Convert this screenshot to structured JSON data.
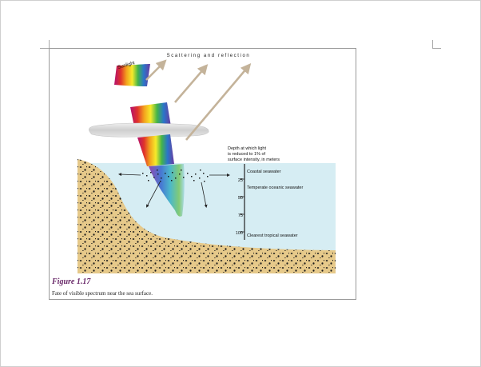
{
  "figure": {
    "title": "Scattering and reflection",
    "sunlight_label": "Sunlight",
    "depth_header": [
      "Depth at which light",
      "is reduced to 1% of",
      "surface intensity, in meters"
    ],
    "depth_ticks": [
      "25",
      "50",
      "75",
      "100"
    ],
    "water_labels": {
      "coastal": "Coastal seawater",
      "temperate": "Temperate oceanic seawater",
      "tropical": "Clearest tropical seawater"
    },
    "label": "Figure 1.17",
    "caption": "Fate of visible spectrum near the sea surface."
  },
  "colors": {
    "water": "#d6edf3",
    "sand": "#e6c98a",
    "arrow": "#c4b39a",
    "figure_label": "#6a2a6a"
  }
}
